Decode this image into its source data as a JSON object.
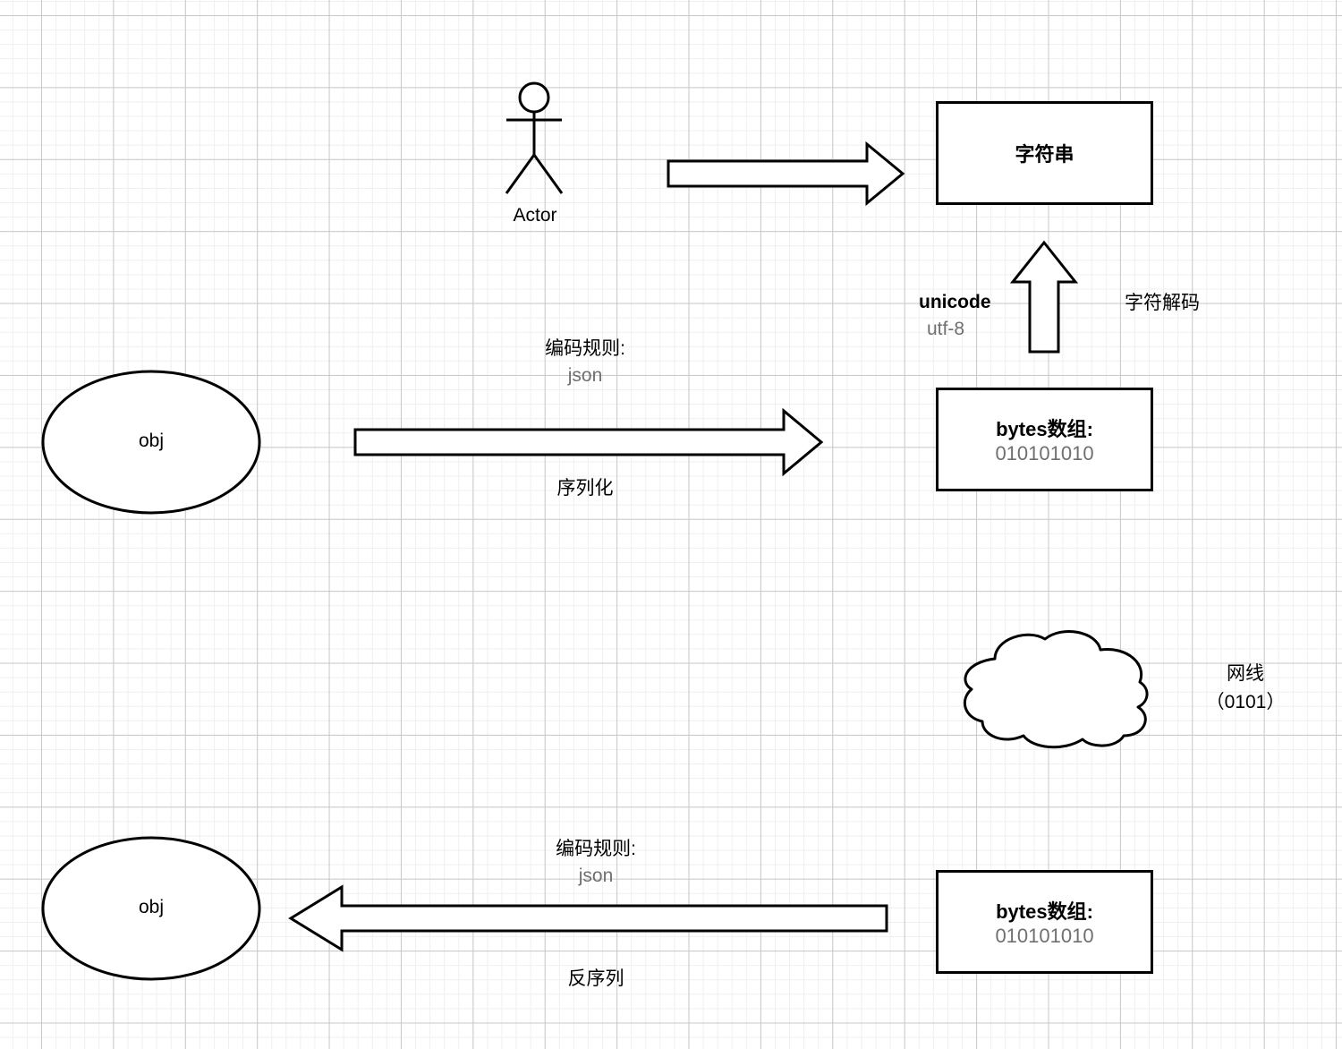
{
  "diagram": {
    "title": "serialization-and-encoding-flow",
    "background": {
      "grid_minor_color": "#efefef",
      "grid_major_color": "#c8c8c8",
      "page_color": "#ffffff"
    },
    "stroke_color": "#000000",
    "muted_text_color": "#6f6f6f"
  },
  "actor": {
    "label": "Actor"
  },
  "nodes": {
    "string_box": {
      "line1": "字符串",
      "line2": ""
    },
    "bytes_box_top": {
      "line1": "bytes数组:",
      "line2": "010101010"
    },
    "bytes_box_bottom": {
      "line1": "bytes数组:",
      "line2": "010101010"
    },
    "obj_top": {
      "label": "obj"
    },
    "obj_bottom": {
      "label": "obj"
    },
    "cloud": {
      "label_line1": "网线",
      "label_line2": "（0101）"
    }
  },
  "edges": {
    "actor_to_string": {
      "label": "",
      "direction": "right"
    },
    "bytes_to_string": {
      "label_left_line1": "unicode",
      "label_left_line2": "utf-8",
      "label_right": "字符解码",
      "direction": "up"
    },
    "serialize": {
      "label_top_line1": "编码规则:",
      "label_top_line2": "json",
      "label_bottom": "序列化",
      "direction": "right"
    },
    "deserialize": {
      "label_top_line1": "编码规则:",
      "label_top_line2": "json",
      "label_bottom": "反序列",
      "direction": "left"
    }
  }
}
